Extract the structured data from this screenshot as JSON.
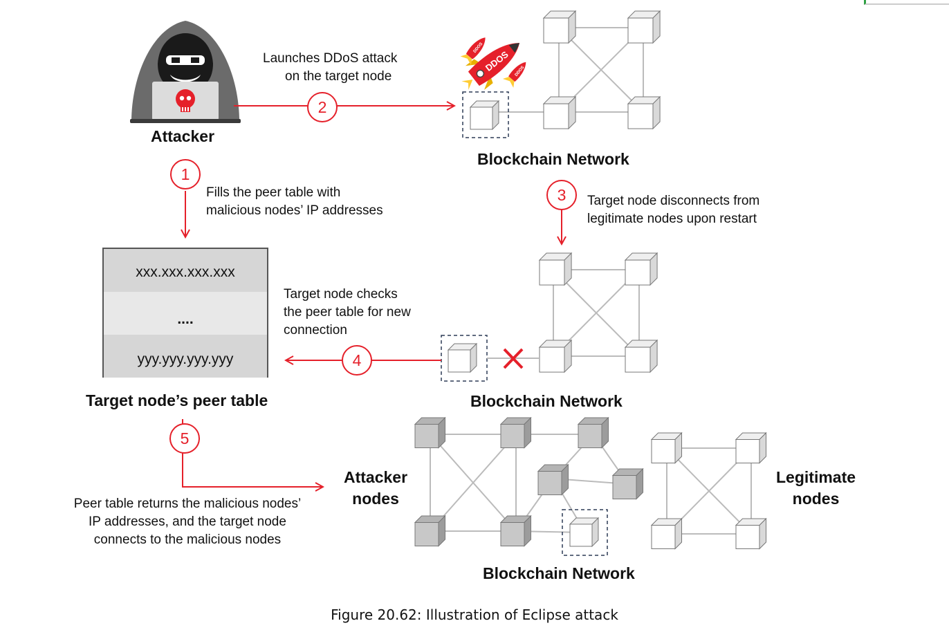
{
  "attacker": {
    "label": "Attacker"
  },
  "steps": [
    {
      "number": "1",
      "text_lines": [
        "Fills the peer table with",
        "malicious nodes’ IP addresses"
      ]
    },
    {
      "number": "2",
      "text_lines": [
        "Launches DDoS attack",
        "on the target node"
      ]
    },
    {
      "number": "3",
      "text_lines": [
        "Target node disconnects from",
        "legitimate nodes upon restart"
      ]
    },
    {
      "number": "4",
      "text_lines": [
        "Target node checks",
        "the peer table for new",
        "connection"
      ]
    },
    {
      "number": "5",
      "text_lines": [
        "Peer table returns the malicious nodes’",
        "IP addresses, and the target node",
        "connects to the malicious nodes"
      ]
    }
  ],
  "networks": {
    "top_label": "Blockchain Network",
    "middle_label": "Blockchain Network",
    "bottom_label": "Blockchain Network"
  },
  "peer_table": {
    "title": "Target node’s peer table",
    "rows": [
      "xxx.xxx.xxx.xxx",
      "....",
      "yyy.yyy.yyy.yyy"
    ]
  },
  "ddos": {
    "main_label": "DDOS",
    "small_label": "DDOS"
  },
  "groups": {
    "attacker_nodes": [
      "Attacker",
      "nodes"
    ],
    "legitimate_nodes": [
      "Legitimate",
      "nodes"
    ]
  },
  "caption": "Figure 20.62: Illustration of Eclipse attack",
  "colors": {
    "step_red": "#e5202a",
    "node_white": "#ffffff",
    "node_gray": "#c8c8c8",
    "edge_gray": "#bbbbbb",
    "target_border": "#2b3a55"
  }
}
